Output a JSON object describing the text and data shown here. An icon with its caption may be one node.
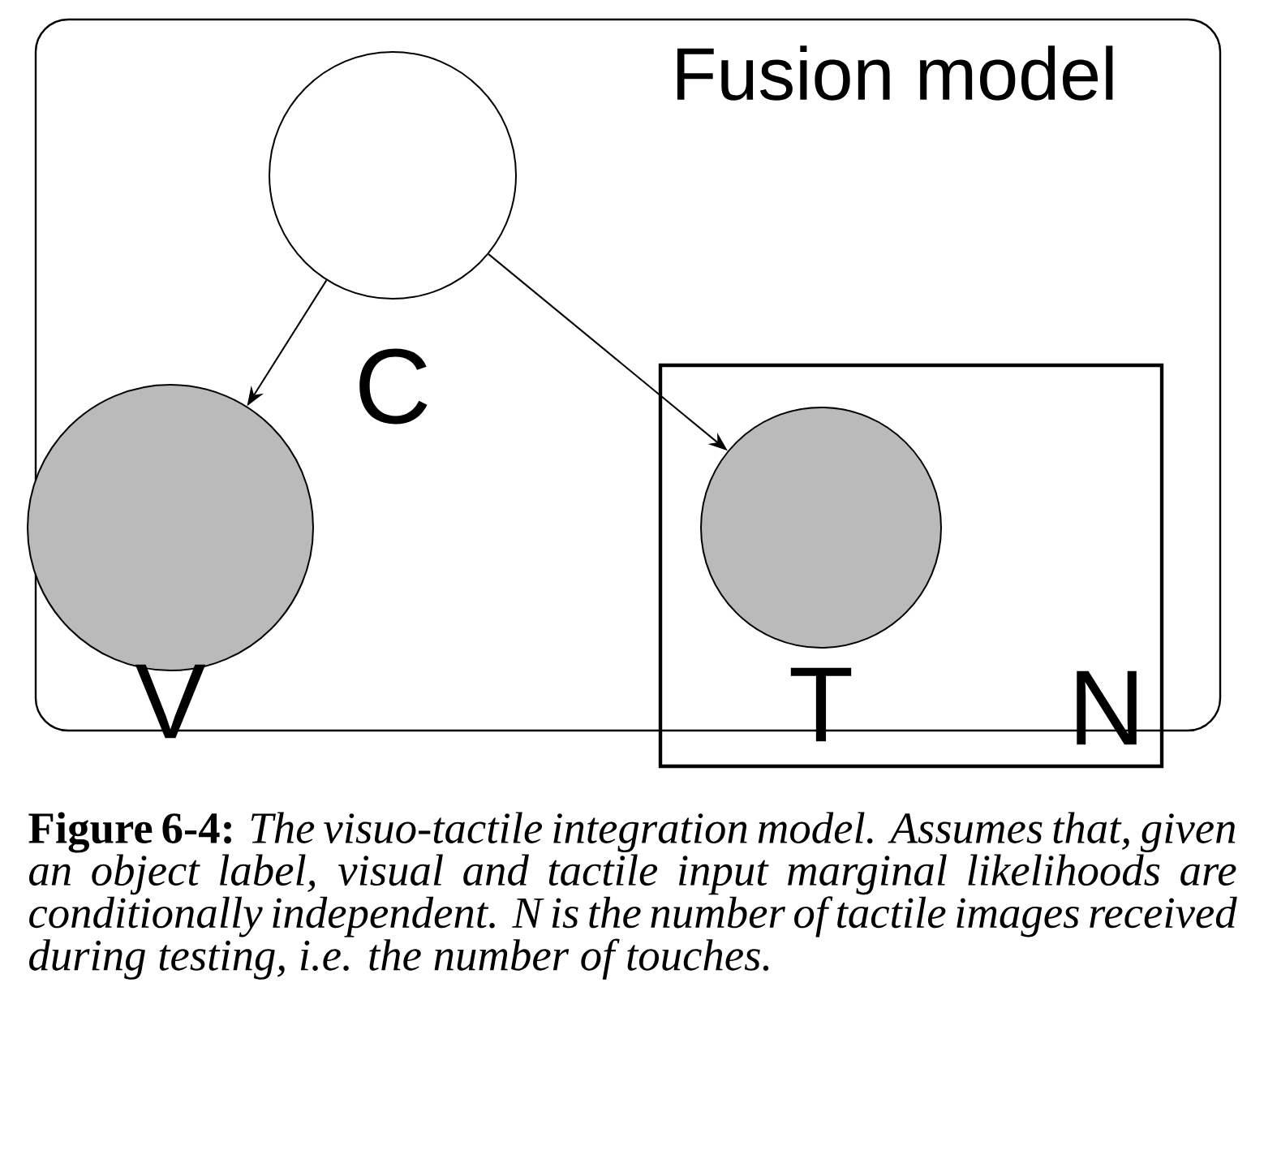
{
  "diagram": {
    "caption": "**Figure 6-4:** *The visuo-tactile integration model. Assumes that, given an object label, visual and tactile input marginal likelihoods are conditionally independent. N is the number of tactile images received during testing, i.e. the number of touches.*",
    "nodes": [
      {
        "text": [
          "Fusion model"
        ]
      },
      {
        "text": [
          "C"
        ],
        "in": 0
      },
      {
        "text": [
          "V"
        ],
        "in": 0
      },
      {
        "text": [
          "N"
        ],
        "in": 0
      },
      {
        "text": [
          "T"
        ],
        "in": 3
      }
    ],
    "edges": [
      {
        "from": 1,
        "to": 2,
        "arrow": "to"
      },
      {
        "from": 1,
        "to": 4,
        "arrow": "to"
      }
    ]
  }
}
